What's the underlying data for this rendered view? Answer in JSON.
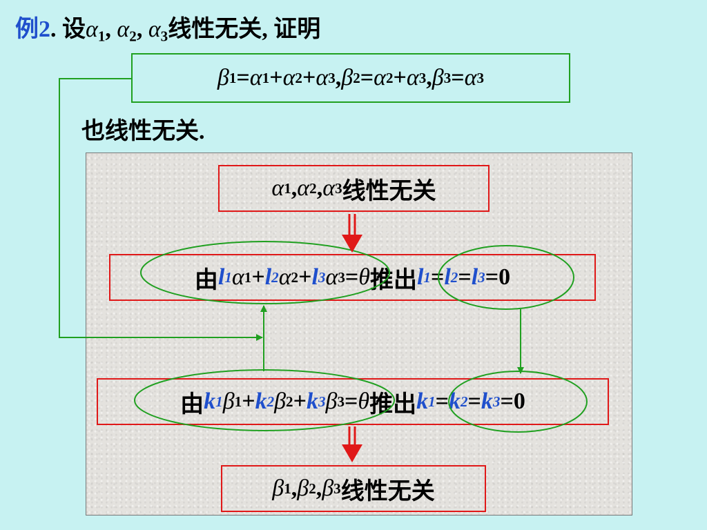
{
  "title": {
    "example_label": "例2",
    "prefix": ". 设",
    "given": [
      {
        "sym": "α",
        "idx": "1"
      },
      {
        "sym": "α",
        "idx": "2"
      },
      {
        "sym": "α",
        "idx": "3"
      }
    ],
    "suffix": "线性无关, 证明"
  },
  "definition": {
    "b1": "β",
    "b1i": "1",
    "eq1": "= ",
    "a1": "α",
    "a1i": "1",
    "p1": "+",
    "a2": "α",
    "a2i": "2",
    "p2": "+",
    "a3": "α",
    "a3i": "3",
    "c1": ", ",
    "b2": "β",
    "b2i": "2",
    "eq2": "= ",
    "a4": "α",
    "a4i": "2",
    "p3": "+",
    "a5": "α",
    "a5i": "3",
    "c2": ", ",
    "b3": "β",
    "b3i": "3",
    "eq3": "=",
    "a6": "α",
    "a6i": "3"
  },
  "continuation": "也线性无关.",
  "flow": {
    "alpha_box": {
      "a1": "α",
      "i1": "1",
      "c1": ", ",
      "a2": "α",
      "i2": "2",
      "c2": ", ",
      "a3": "α",
      "i3": "3",
      "text": "线性无关"
    },
    "l_box": {
      "from": "由",
      "l1": "l",
      "l1i": "1",
      "x1": "α",
      "x1i": "1",
      "p1": "+",
      "l2": "l",
      "l2i": "2",
      "x2": "α",
      "x2i": "2",
      "p2": "+",
      "l3": "l",
      "l3i": "3",
      "x3": "α ",
      "x3i": "3",
      "eq": " = ",
      "zero": "θ",
      "implies": "推出",
      "r1": "l",
      "r1i": "1",
      "e1": "=",
      "r2": "l",
      "r2i": "2",
      "e2": "=",
      "r3": "l",
      "r3i": "3",
      "tail": "=0"
    },
    "k_box": {
      "from": "由",
      "k1": "k",
      "k1i": "1",
      "x1": "β",
      "x1i": "1",
      "p1": "+",
      "k2": "k",
      "k2i": "2",
      "x2": "β",
      "x2i": "2",
      "p2": "+",
      "k3": "k",
      "k3i": "3",
      "x3": "β",
      "x3i": "3",
      "eq": " = ",
      "zero": "θ",
      "implies": "推出",
      "r1": "k",
      "r1i": "1",
      "e1": "=",
      "r2": "k",
      "r2i": "2",
      "e2": "=",
      "r3": "k",
      "r3i": "3",
      "tail": "=0"
    },
    "beta_box": {
      "b1": "β",
      "i1": "1",
      "c1": ", ",
      "b2": "β",
      "i2": "2",
      "c2": ", ",
      "b3": "β",
      "i3": "3",
      "text": "线性无关"
    }
  },
  "colors": {
    "background": "#c7f2f2",
    "accent_blue": "#1f4fcc",
    "box_red": "#e01818",
    "connector_green": "#20a020",
    "arrow_red": "#e01818"
  }
}
